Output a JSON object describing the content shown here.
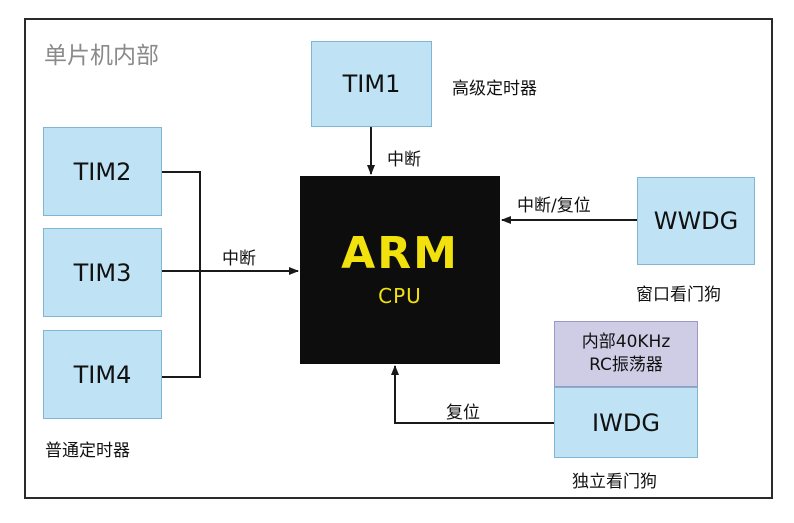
{
  "title": "单片机内部",
  "cpu": {
    "name": "ARM",
    "sub": "CPU"
  },
  "tim1": {
    "label": "TIM1",
    "desc": "高级定时器",
    "edge": "中断"
  },
  "general_timers": {
    "items": [
      "TIM2",
      "TIM3",
      "TIM4"
    ],
    "desc": "普通定时器",
    "edge": "中断"
  },
  "wwdg": {
    "label": "WWDG",
    "desc": "窗口看门狗",
    "edge": "中断/复位"
  },
  "iwdg": {
    "label": "IWDG",
    "desc": "独立看门狗",
    "edge": "复位",
    "osc_line1": "内部40KHz",
    "osc_line2": "RC振荡器"
  },
  "colors": {
    "box": "#bfe3f5",
    "osc": "#cfcde5",
    "cpu_bg": "#0d0d0d",
    "cpu_text": "#f2e10c"
  }
}
